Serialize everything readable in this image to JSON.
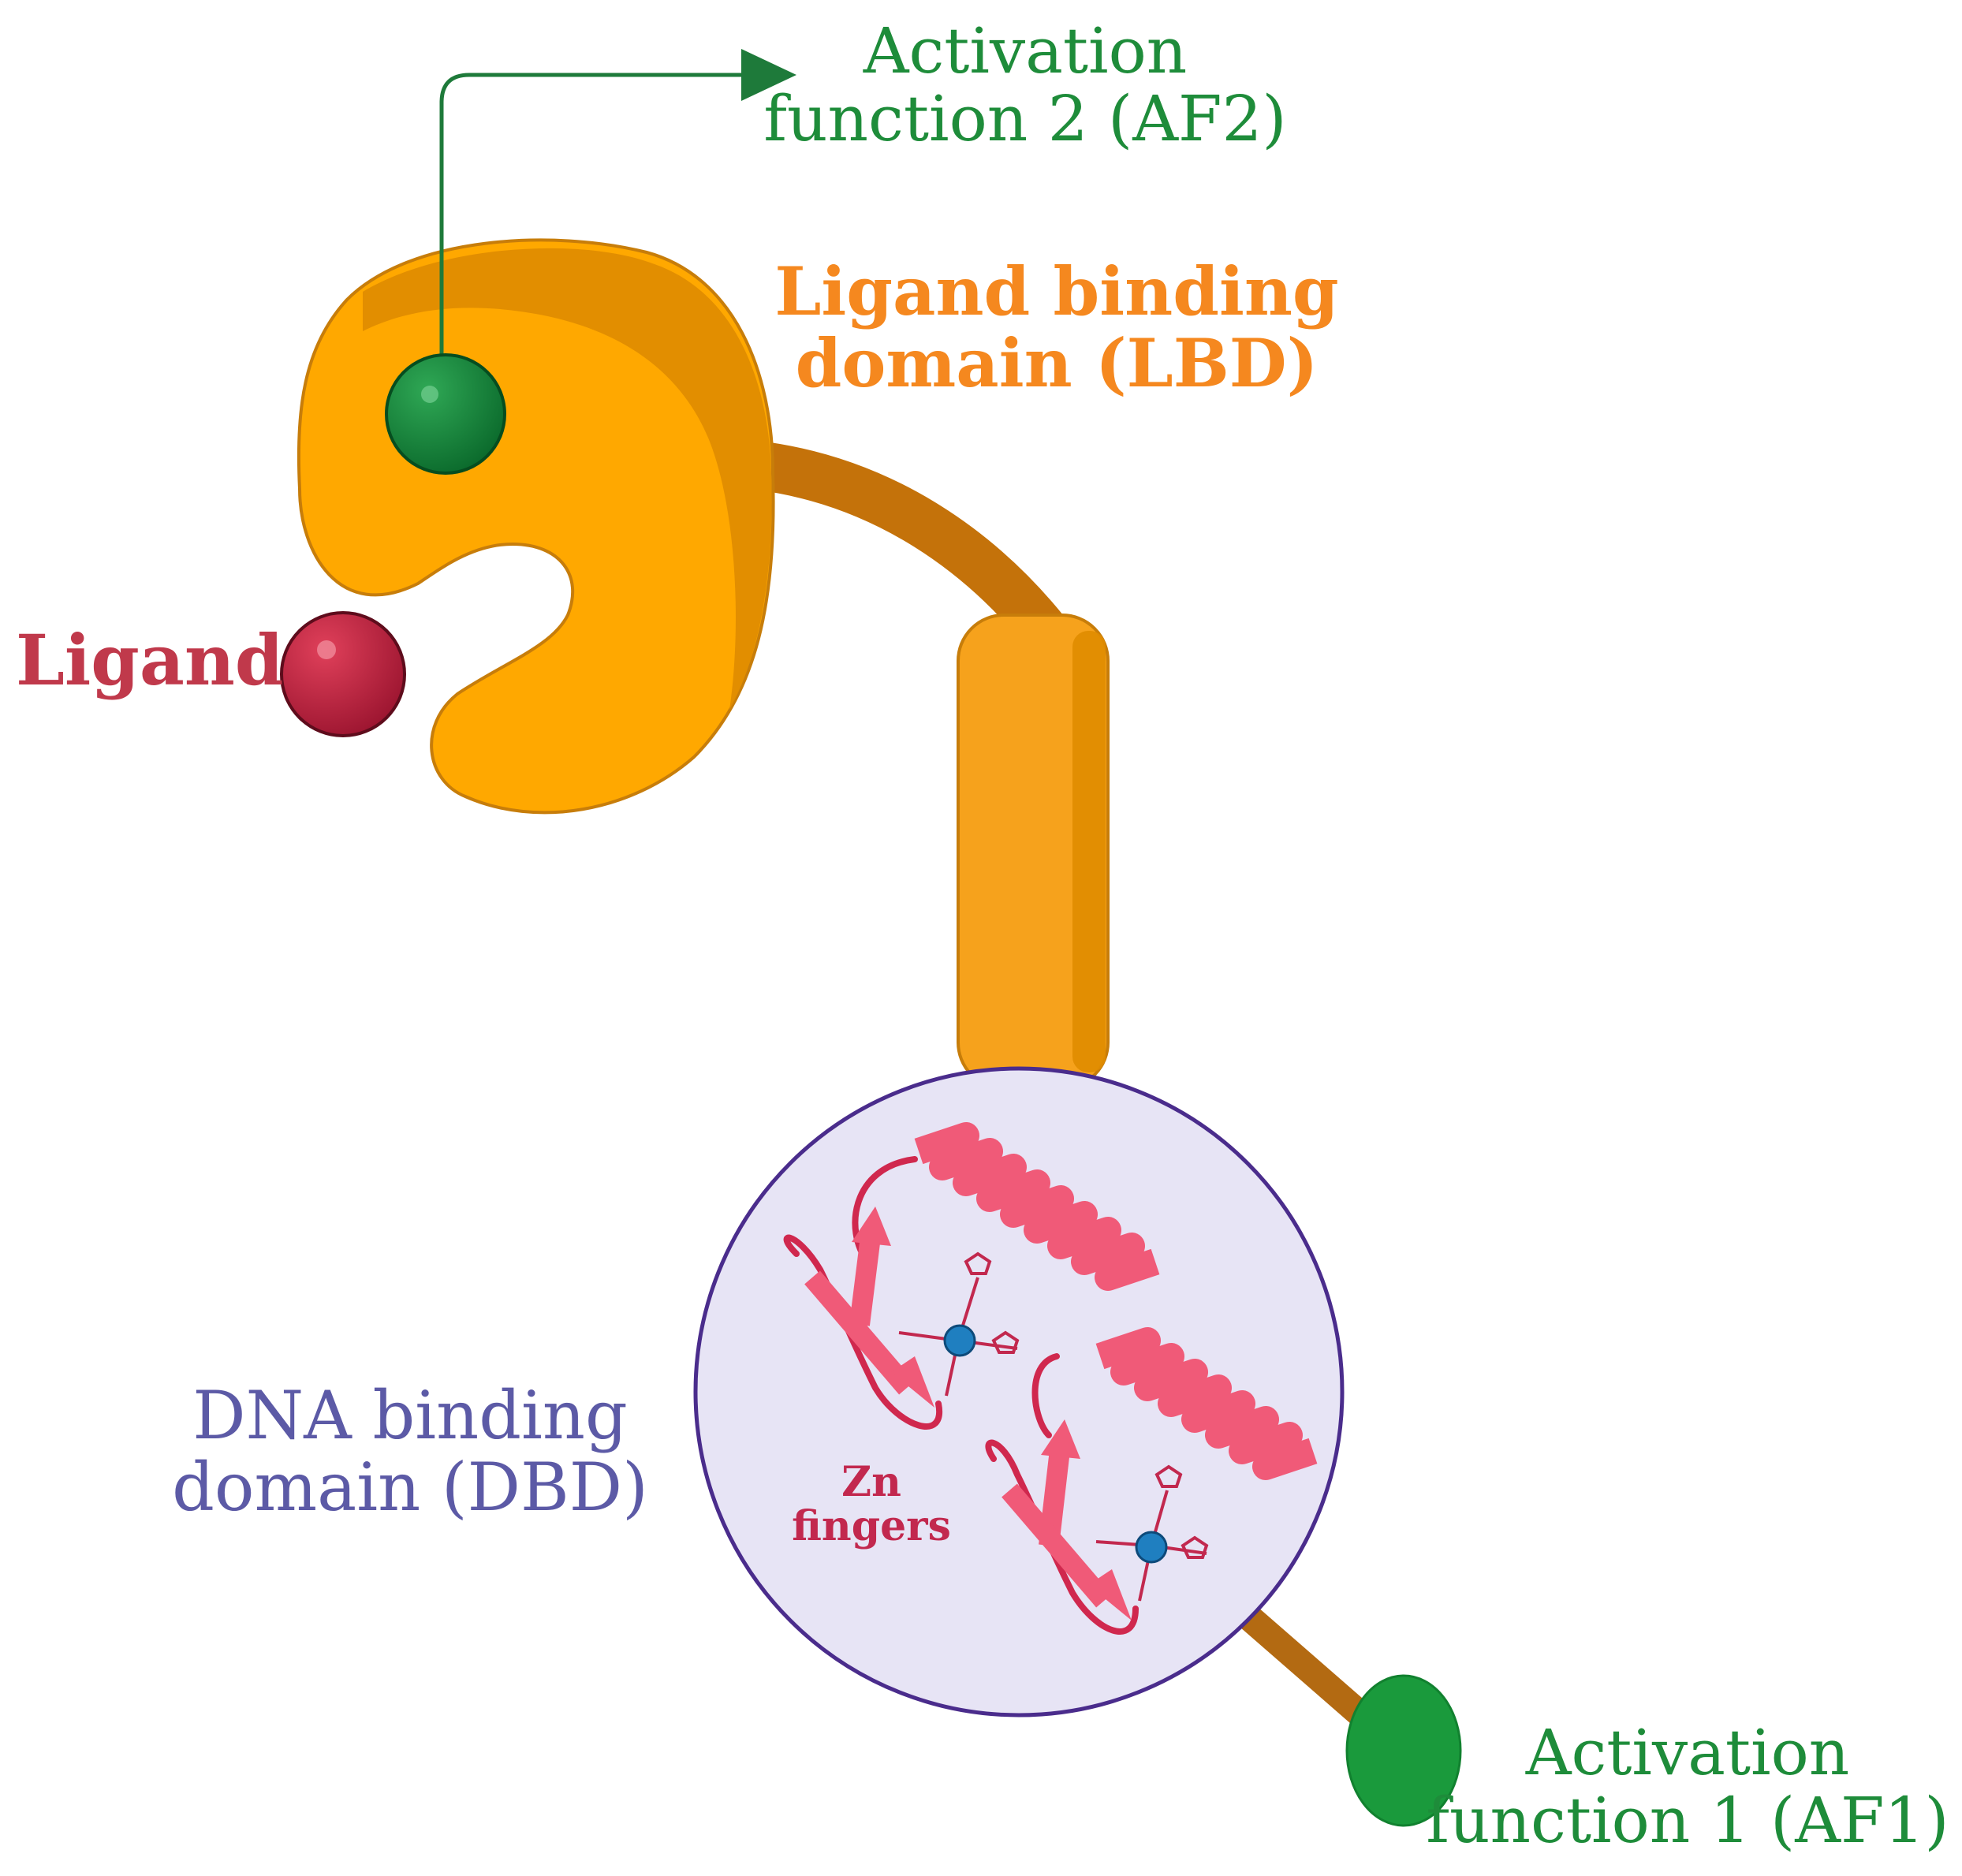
{
  "labels": {
    "af2": {
      "line1": "Activation",
      "line2": "function 2 (AF2)"
    },
    "lbd": {
      "line1": "Ligand binding",
      "line2": "domain (LBD)"
    },
    "ligand": "Ligand",
    "dbd": {
      "line1": "DNA binding",
      "line2": "domain (DBD)"
    },
    "zn": {
      "line1": "Zn",
      "line2": "fingers"
    },
    "af1": {
      "line1": "Activation",
      "line2": "function 1 (AF1)"
    }
  },
  "colors": {
    "af_green": "#1e8c3a",
    "af1_green": "#1a9a3c",
    "lbd_orange": "#f6a21c",
    "lbd_dark": "#e08c00",
    "linker_brown": "#c4720a",
    "ligand_red": "#c0283d",
    "dbd_fill": "#e7e4f5",
    "dbd_stroke": "#4a2c8c",
    "dbd_text": "#5c5aa6",
    "zn_text": "#c2284e",
    "helix_pink": "#f05a78",
    "zinc_blue": "#1f7fc0"
  }
}
